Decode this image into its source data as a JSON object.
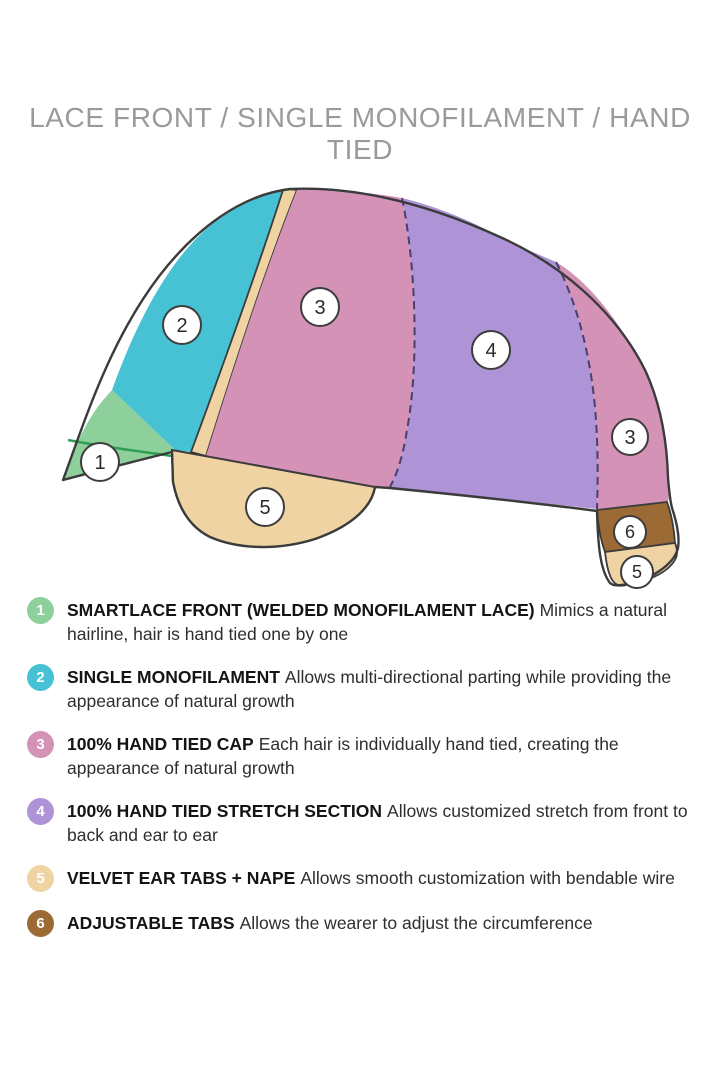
{
  "title": "LACE FRONT / SINGLE MONOFILAMENT / HAND TIED",
  "diagram": {
    "colors": {
      "green": "#8ed09c",
      "green_line": "#2f9e52",
      "teal": "#47c2d5",
      "pink": "#d392b6",
      "purple": "#ae93d6",
      "tan": "#f0d3a3",
      "brown": "#9c6b35",
      "outline": "#3b3b3b",
      "dash": "#4a3f6e"
    },
    "markers": [
      {
        "label": "1"
      },
      {
        "label": "2"
      },
      {
        "label": "3"
      },
      {
        "label": "4"
      },
      {
        "label": "3"
      },
      {
        "label": "6"
      },
      {
        "label": "5"
      },
      {
        "label": "5"
      }
    ]
  },
  "legend": [
    {
      "num": "1",
      "color": "#8ed09c",
      "label": "SMARTLACE FRONT (WELDED MONOFILAMENT LACE)",
      "desc": "Mimics a natural hairline, hair is hand tied one by one"
    },
    {
      "num": "2",
      "color": "#47c2d5",
      "label": "SINGLE MONOFILAMENT",
      "desc": "Allows multi-directional parting while providing the appearance of natural growth"
    },
    {
      "num": "3",
      "color": "#d392b6",
      "label": "100% HAND TIED CAP",
      "desc": "Each hair is individually hand tied, creating the appearance of natural growth"
    },
    {
      "num": "4",
      "color": "#ae93d6",
      "label": "100% HAND TIED STRETCH SECTION",
      "desc": "Allows customized stretch from front to back and ear to ear"
    },
    {
      "num": "5",
      "color": "#f0d3a3",
      "label": "VELVET EAR TABS + NAPE",
      "desc": "Allows smooth customization with bendable wire"
    },
    {
      "num": "6",
      "color": "#9c6b35",
      "label": "ADJUSTABLE TABS",
      "desc": "Allows the wearer to adjust the circumference"
    }
  ]
}
